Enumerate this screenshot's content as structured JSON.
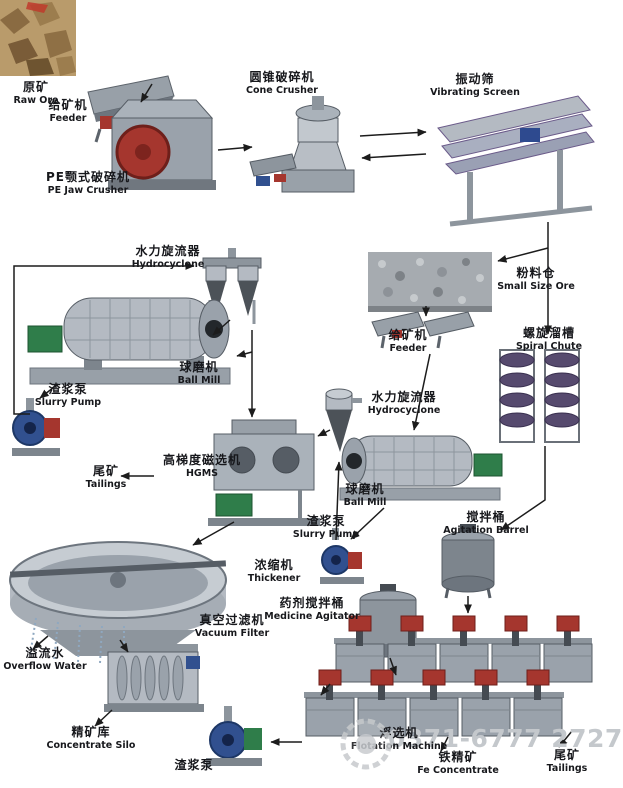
{
  "nodes": {
    "raw_ore": {
      "zh": "原矿",
      "en": "Raw Ore"
    },
    "feeder1": {
      "zh": "给矿机",
      "en": "Feeder"
    },
    "jaw_crusher": {
      "zh": "PE颚式破碎机",
      "en": "PE Jaw Crusher"
    },
    "cone_crusher": {
      "zh": "圆锥破碎机",
      "en": "Cone Crusher"
    },
    "vibrating_screen": {
      "zh": "振动筛",
      "en": "Vibrating Screen"
    },
    "hydrocyclone1": {
      "zh": "水力旋流器",
      "en": "Hydrocyclone"
    },
    "small_size_ore": {
      "zh": "粉料仓",
      "en": "Small Size Ore"
    },
    "feeder2": {
      "zh": "给矿机",
      "en": "Feeder"
    },
    "spiral_chute": {
      "zh": "螺旋溜槽",
      "en": "Spiral Chute"
    },
    "ball_mill1": {
      "zh": "球磨机",
      "en": "Ball Mill"
    },
    "slurry_pump1": {
      "zh": "渣浆泵",
      "en": "Slurry Pump"
    },
    "hydrocyclone2": {
      "zh": "水力旋流器",
      "en": "Hydrocyclone"
    },
    "tailings1": {
      "zh": "尾矿",
      "en": "Tailings"
    },
    "hgms": {
      "zh": "高梯度磁选机",
      "en": "HGMS"
    },
    "ball_mill2": {
      "zh": "球磨机",
      "en": "Ball Mill"
    },
    "slurry_pump2": {
      "zh": "渣浆泵",
      "en": "Slurry Pump"
    },
    "agitation_barrel": {
      "zh": "搅拌桶",
      "en": "Agitation Barrel"
    },
    "thickener": {
      "zh": "浓缩机",
      "en": "Thickener"
    },
    "medicine_agitator": {
      "zh": "药剂搅拌桶",
      "en": "Medicine Agitator"
    },
    "vacuum_filter": {
      "zh": "真空过滤机",
      "en": "Vacuum Filter"
    },
    "overflow_water": {
      "zh": "溢流水",
      "en": "Overflow Water"
    },
    "concentrate_silo": {
      "zh": "精矿库",
      "en": "Concentrate Silo"
    },
    "slurry_pump3": {
      "zh": "渣浆泵",
      "en": ""
    },
    "flotation_machine": {
      "zh": "浮选机",
      "en": "Flotation Machine"
    },
    "fe_concentrate": {
      "zh": "铁精矿",
      "en": "Fe Concentrate"
    },
    "tailings2": {
      "zh": "尾矿",
      "en": "Tailings"
    }
  },
  "watermark": {
    "phone": "0371-6777 2727"
  },
  "colors": {
    "machine_light": "#bfc5cb",
    "machine_mid": "#9aa2ab",
    "machine_dark": "#6d757e",
    "accent_red": "#a5362e",
    "accent_green": "#2f7d4a",
    "accent_blue": "#31508f",
    "spiral_purple": "#564a6e",
    "arrow": "#1c1c1c",
    "watermark_gray": "#c4c8cc"
  }
}
